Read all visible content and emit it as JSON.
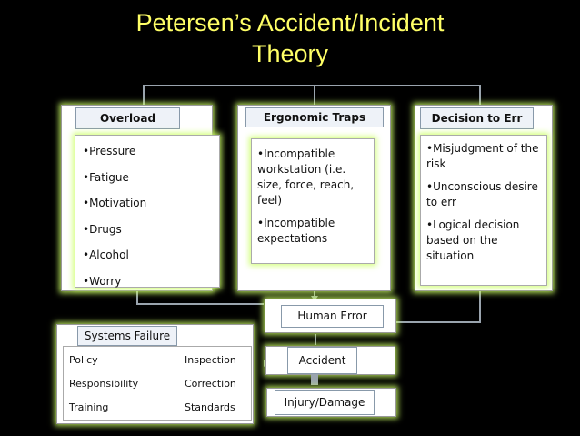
{
  "title_line1": "Petersen’s Accident/Incident",
  "title_line2": "Theory",
  "overload": {
    "header": "Overload",
    "items": [
      "•Pressure",
      "•Fatigue",
      "•Motivation",
      "•Drugs",
      "•Alcohol",
      "•Worry"
    ]
  },
  "ergonomic": {
    "header": "Ergonomic Traps",
    "items": [
      "•Incompatible workstation (i.e. size, force, reach, feel)",
      "•Incompatible expectations"
    ]
  },
  "decision": {
    "header": "Decision to Err",
    "items": [
      "•Misjudgment of the risk",
      "•Unconscious desire to err",
      "•Logical decision based on the situation"
    ]
  },
  "human_error": "Human Error",
  "accident": "Accident",
  "injury": "Injury/Damage",
  "systems_failure": {
    "header": "Systems Failure",
    "left": [
      "Policy",
      "Responsibility",
      "Training"
    ],
    "right": [
      "Inspection",
      "Correction",
      "Standards"
    ]
  }
}
